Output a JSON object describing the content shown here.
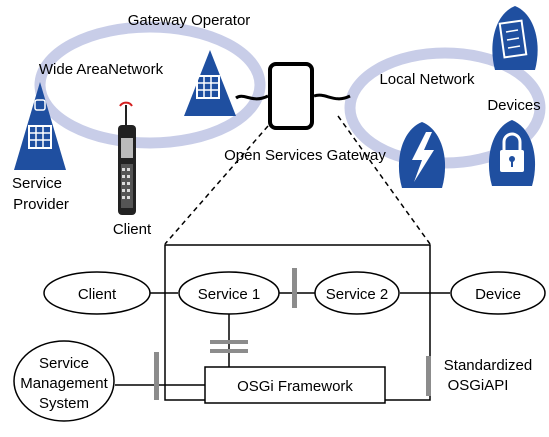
{
  "top": {
    "gateway_operator": "Gateway Operator",
    "wide_area_network": "Wide AreaNetwork",
    "local_network": "Local Network",
    "devices": "Devices",
    "service_provider_line1": "Service",
    "service_provider_line2": "Provider",
    "client": "Client",
    "open_services_gateway": "Open Services Gateway"
  },
  "bottom": {
    "client": "Client",
    "service1": "Service 1",
    "service2": "Service 2",
    "device": "Device",
    "sms_line1": "Service",
    "sms_line2": "Management",
    "sms_line3": "System",
    "osgi_framework": "OSGi Framework",
    "api_line1": "Standardized",
    "api_line2": "OSGiAPI"
  },
  "colors": {
    "network_ring": "#c8cde8",
    "icon_blue": "#1f4fa0",
    "connector_gray": "#8c8c8c"
  },
  "icons": [
    "building-icon",
    "phone-icon",
    "gateway-device-icon",
    "lightning-icon",
    "lock-icon",
    "device-panel-icon"
  ]
}
